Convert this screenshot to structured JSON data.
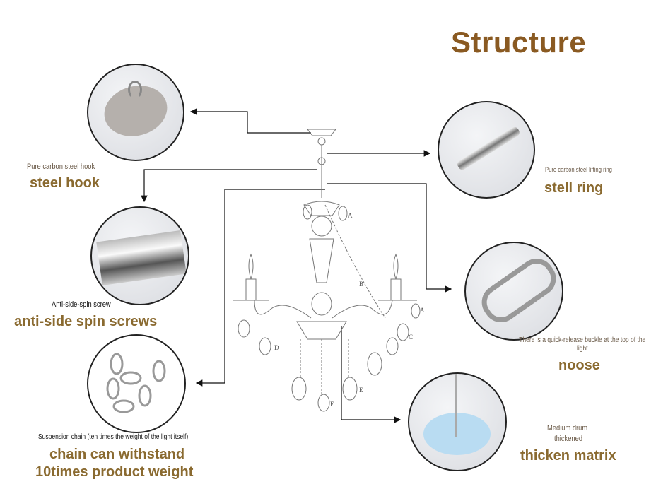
{
  "title": "Structure",
  "parts": [
    {
      "id": "hook",
      "caption": "Pure carbon steel hook",
      "label": "steel hook"
    },
    {
      "id": "ring",
      "caption": "Pure carbon steel lifting ring",
      "label": "stell ring"
    },
    {
      "id": "screw",
      "caption": "Anti-side-spin screw",
      "label": "anti-side spin screws"
    },
    {
      "id": "noose",
      "caption": "There is a quick-release buckle at the top of the light",
      "label": "noose"
    },
    {
      "id": "chain",
      "caption": "Suspension chain (ten times the weight of the light itself)",
      "label_line1": "chain can withstand",
      "label_line2": "10times product weight"
    },
    {
      "id": "drum",
      "caption_line1": "Medium drum",
      "caption_line2": "thickened",
      "label": "thicken matrix"
    }
  ],
  "diagram_letters": [
    "A",
    "B",
    "A",
    "C",
    "D",
    "E",
    "F"
  ],
  "colors": {
    "title": "#8a5a22",
    "label": "#8a6a30",
    "caption": "#6a5a48"
  }
}
